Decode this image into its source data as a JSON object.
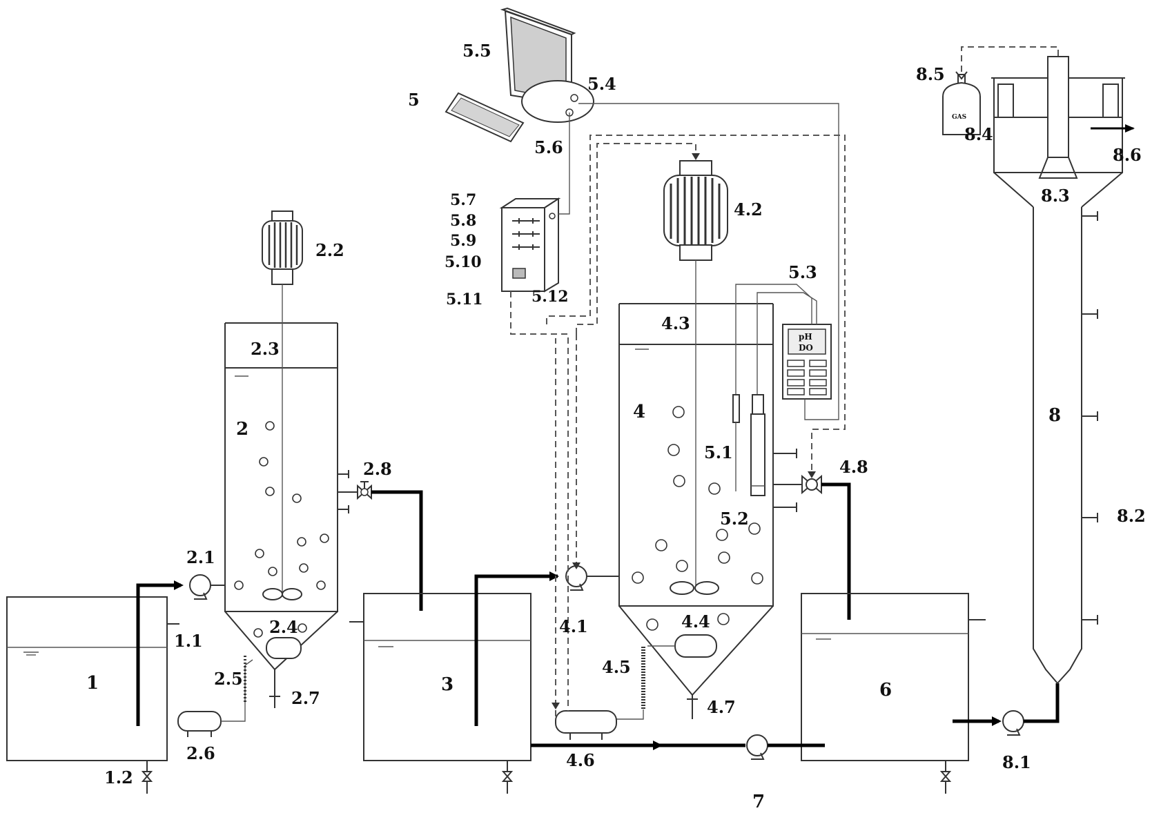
{
  "labels": {
    "t1": "1",
    "t1_1": "1.1",
    "t1_2": "1.2",
    "t2": "2",
    "t2_1": "2.1",
    "t2_2": "2.2",
    "t2_3": "2.3",
    "t2_4": "2.4",
    "t2_5": "2.5",
    "t2_6": "2.6",
    "t2_7": "2.7",
    "t2_8": "2.8",
    "t3": "3",
    "t4": "4",
    "t4_1": "4.1",
    "t4_2": "4.2",
    "t4_3": "4.3",
    "t4_4": "4.4",
    "t4_5": "4.5",
    "t4_6": "4.6",
    "t4_7": "4.7",
    "t4_8": "4.8",
    "t5": "5",
    "t5_1": "5.1",
    "t5_2": "5.2",
    "t5_3": "5.3",
    "t5_4": "5.4",
    "t5_5": "5.5",
    "t5_6": "5.6",
    "t5_7": "5.7",
    "t5_8": "5.8",
    "t5_9": "5.9",
    "t5_10": "5.10",
    "t5_11": "5.11",
    "t5_12": "5.12",
    "t6": "6",
    "t7": "7",
    "t8": "8",
    "t8_1": "8.1",
    "t8_2": "8.2",
    "t8_3": "8.3",
    "t8_4": "8.4",
    "t8_5": "8.5",
    "t8_6": "8.6"
  },
  "meter": {
    "ph": "pH",
    "do": "DO"
  },
  "gas_cylinder": "GAS"
}
